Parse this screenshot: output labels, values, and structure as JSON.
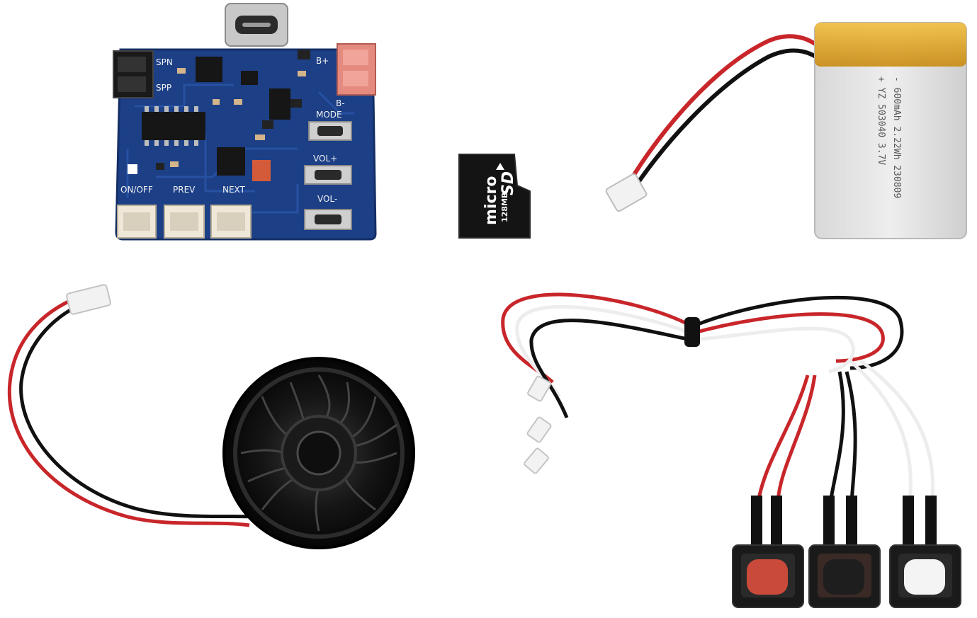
{
  "board": {
    "labels": {
      "spn": "SPN",
      "spp": "SPP",
      "b_plus": "B+",
      "b_minus": "B-",
      "mode": "MODE",
      "vol_plus": "VOL+",
      "vol_minus": "VOL-",
      "on_off": "ON/OFF",
      "prev": "PREV",
      "next": "NEXT"
    }
  },
  "sd_card": {
    "brand_micro": "micro",
    "brand_sd": "SD",
    "capacity": "128MB"
  },
  "battery": {
    "line1": "+ YZ 503040 3.7V",
    "line2": "- 600mAh 2.22Wh 230809"
  },
  "colors": {
    "pcb": "#1c3f86",
    "wire_red": "#c8262a",
    "wire_black": "#111111",
    "battery_tape": "#e0a020",
    "button_red": "#c94a3a",
    "button_black": "#1e1e1e",
    "button_white": "#f4f4f4"
  }
}
